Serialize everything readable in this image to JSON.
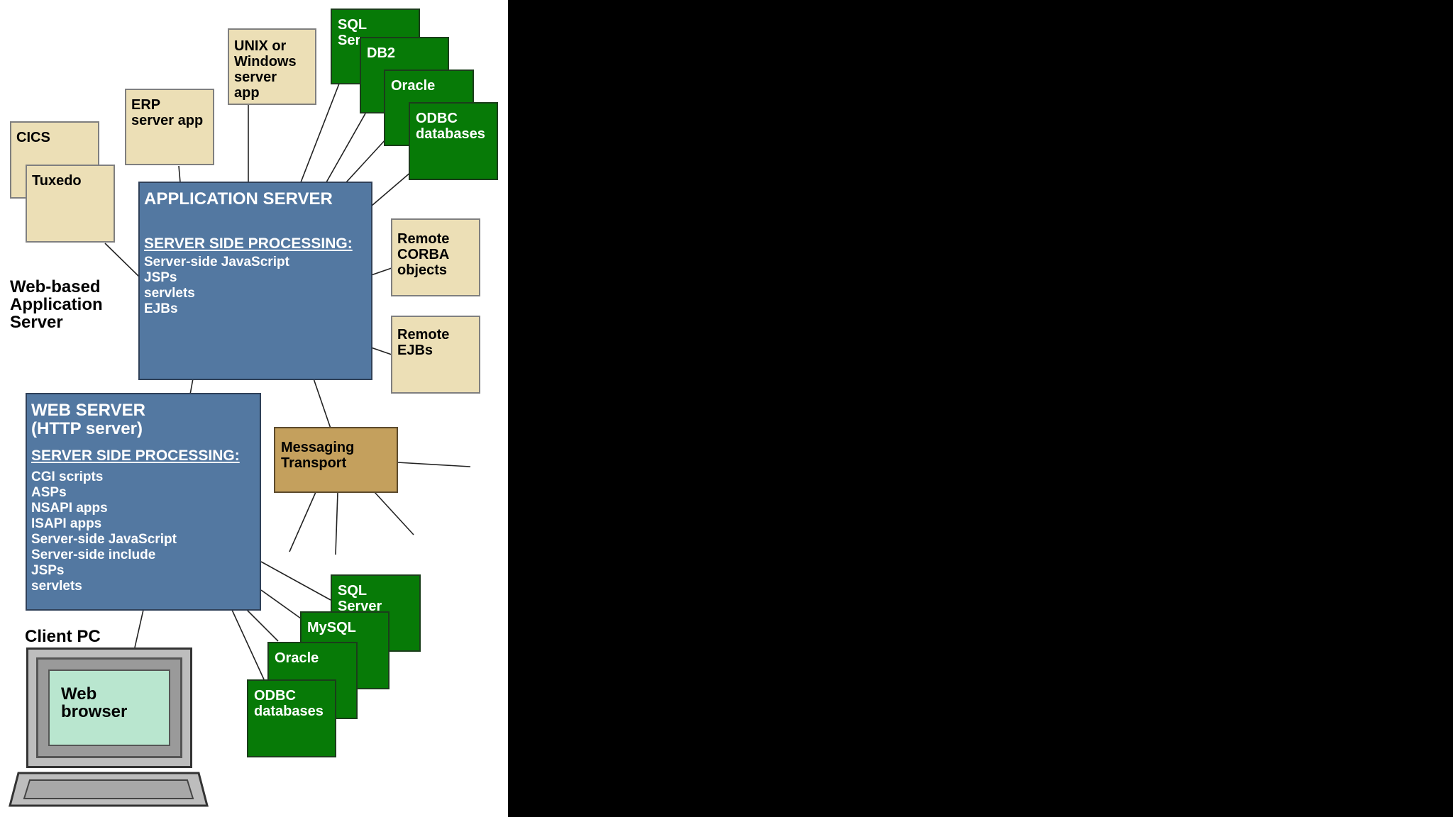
{
  "side_label": [
    "Web-based",
    "Application",
    "Server"
  ],
  "tan_boxes": {
    "cics": "CICS",
    "tuxedo": "Tuxedo",
    "erp": [
      "ERP",
      "server app"
    ],
    "unix": [
      "UNIX or",
      "Windows",
      "server",
      "app"
    ],
    "corba": [
      "Remote",
      "CORBA",
      "objects"
    ],
    "remote_ejbs": [
      "Remote",
      "EJBs"
    ]
  },
  "top_databases": [
    "SQL Server",
    "DB2",
    "Oracle",
    [
      "ODBC",
      "databases"
    ]
  ],
  "bottom_databases": [
    "SQL Server",
    "MySQL",
    "Oracle",
    [
      "ODBC",
      "databases"
    ]
  ],
  "app_server": {
    "title": "APPLICATION SERVER",
    "processing_heading": "SERVER SIDE PROCESSING:",
    "items": [
      "Server-side JavaScript",
      "JSPs",
      "servlets",
      "EJBs"
    ]
  },
  "web_server": {
    "title": [
      "WEB SERVER",
      "(HTTP server)"
    ],
    "processing_heading": "SERVER SIDE PROCESSING:",
    "items": [
      "CGI scripts",
      "ASPs",
      "NSAPI apps",
      "ISAPI apps",
      "Server-side JavaScript",
      "Server-side include",
      "JSPs",
      "servlets"
    ]
  },
  "messaging": [
    "Messaging",
    "Transport"
  ],
  "client": {
    "label": "Client PC",
    "screen_text": [
      "Web",
      "browser"
    ]
  },
  "colors": {
    "background": "#000000",
    "tan": "#ecdfb6",
    "green": "#077a07",
    "blue": "#5378a1",
    "brown": "#c4a05d",
    "screen": "#b9e6cf"
  }
}
